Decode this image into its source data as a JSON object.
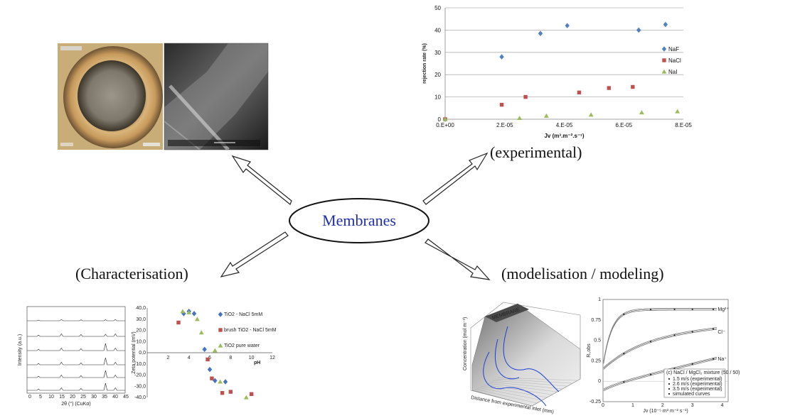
{
  "center": {
    "label": "Membranes"
  },
  "captions": {
    "experimental": "(experimental)",
    "characterisation": "(Characterisation)",
    "modelisation": "(modelisation / modeling)"
  },
  "colors": {
    "center_text": "#1f2fb0",
    "naf": "#4f81bd",
    "nacl": "#c0504d",
    "nai": "#9bbb59",
    "ph_series1": "#4472c4",
    "ph_series2": "#c0504d",
    "ph_series3": "#9bbb59"
  },
  "chart_data": [
    {
      "type": "scatter",
      "ylabel": "rejection rate (%)",
      "xlabel": "Jv (m³.m⁻².s⁻¹)",
      "xlim": [
        0,
        8e-05
      ],
      "ylim": [
        0,
        50
      ],
      "xticks": [
        "0.E+00",
        "2.E-05",
        "4.E-05",
        "6.E-05",
        "8.E-05"
      ],
      "yticks": [
        "0",
        "10",
        "20",
        "30",
        "40",
        "50"
      ],
      "grid": true,
      "legend_position": "right",
      "series": [
        {
          "name": "NaF",
          "marker": "diamond",
          "x": [
            0,
            1.9e-05,
            3.2e-05,
            4.1e-05,
            6.5e-05,
            7.4e-05
          ],
          "y": [
            0,
            28,
            38.5,
            42,
            40,
            42.5
          ]
        },
        {
          "name": "NaCl",
          "marker": "square",
          "x": [
            0,
            1.9e-05,
            2.7e-05,
            4.5e-05,
            5.5e-05,
            6.3e-05
          ],
          "y": [
            0,
            6.5,
            10,
            12,
            14,
            14.5
          ]
        },
        {
          "name": "NaI",
          "marker": "triangle",
          "x": [
            0,
            2.5e-05,
            3.4e-05,
            4.9e-05,
            6.6e-05,
            7.8e-05
          ],
          "y": [
            0,
            0.5,
            1.5,
            2,
            3,
            3.5
          ]
        }
      ]
    },
    {
      "type": "scatter",
      "xlabel": "pH",
      "ylabel": "Zeta potential (mV)",
      "xlim": [
        0,
        12
      ],
      "ylim": [
        -40,
        40
      ],
      "xticks": [
        "2",
        "4",
        "6",
        "8",
        "10",
        "12"
      ],
      "yticks": [
        "40,0",
        "30,0",
        "20,0",
        "10,0",
        "0,0",
        "-10,0",
        "-20,0",
        "-30,0",
        "-40,0"
      ],
      "legend_position": "right",
      "series": [
        {
          "name": "TiO2 - NaCl 5mM",
          "marker": "diamond",
          "x": [
            3.5,
            4.0,
            4.5,
            5.5,
            6.0,
            6.5,
            7.5
          ],
          "y": [
            35,
            37,
            35,
            3,
            -15,
            -25,
            -26
          ]
        },
        {
          "name": "brush TiO2 - NaCl 5mM",
          "marker": "square",
          "x": [
            3.0,
            5.8,
            6.2,
            7.2,
            8.0,
            10.0
          ],
          "y": [
            27,
            -6,
            -23,
            -36,
            -35,
            -37
          ]
        },
        {
          "name": "TiO2 pure water",
          "marker": "triangle",
          "x": [
            3.4,
            4.0,
            4.8,
            5.2,
            6.5,
            7.0,
            9.5
          ],
          "y": [
            37,
            36,
            30,
            18,
            2,
            -26,
            -40
          ]
        }
      ]
    },
    {
      "type": "line",
      "xlabel": "Jv (10⁻⁵ m³ m⁻² s⁻¹)",
      "ylabel": "Rᵢ,obs",
      "xticks": [
        "0",
        "1",
        "2",
        "3",
        "4"
      ],
      "yticks": [
        "1",
        "0.75",
        "0.5",
        "0.25",
        "0",
        "-0.25"
      ],
      "ylim": [
        -0.25,
        1
      ],
      "series_labels": [
        "Mg²⁺",
        "Cl⁻",
        "Na⁺"
      ],
      "legend_title": "(c) NaCl / MgCl₂ mixture (50 / 50)",
      "legend": [
        "1.5 m/s (experimental)",
        "2.6 m/s (experimental)",
        "3.5 m/s (experimental)",
        "simulated curves"
      ]
    }
  ]
}
